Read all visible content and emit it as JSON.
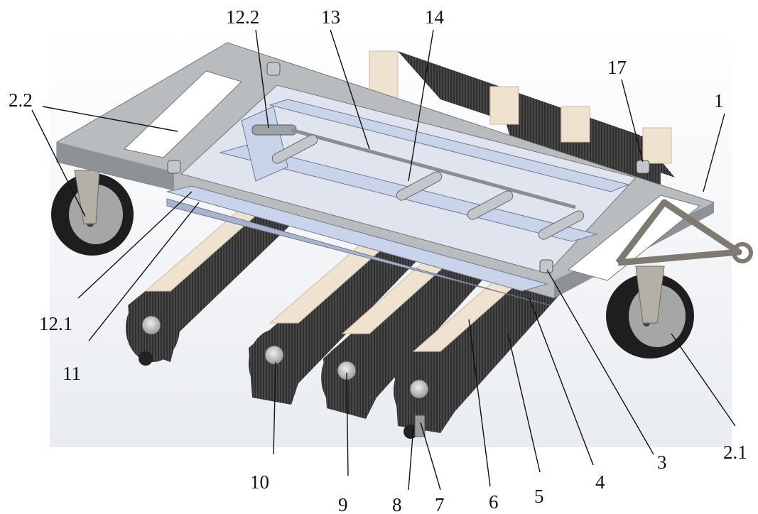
{
  "labels": {
    "l12_2": "12.2",
    "l13": "13",
    "l14": "14",
    "l17": "17",
    "l1": "1",
    "l2_2": "2.2",
    "l12_1": "12.1",
    "l11": "11",
    "l10": "10",
    "l9": "9",
    "l8": "8",
    "l7": "7",
    "l6": "6",
    "l5": "5",
    "l4": "4",
    "l3": "3",
    "l2_1": "2.1"
  },
  "colors": {
    "frame": "#b9bcbf",
    "frame_dark": "#8e9296",
    "rail_blue": "#c9d3ea",
    "bristle": "#3a3a3a",
    "beam": "#efe2cf",
    "tire": "#1e1e1e"
  }
}
